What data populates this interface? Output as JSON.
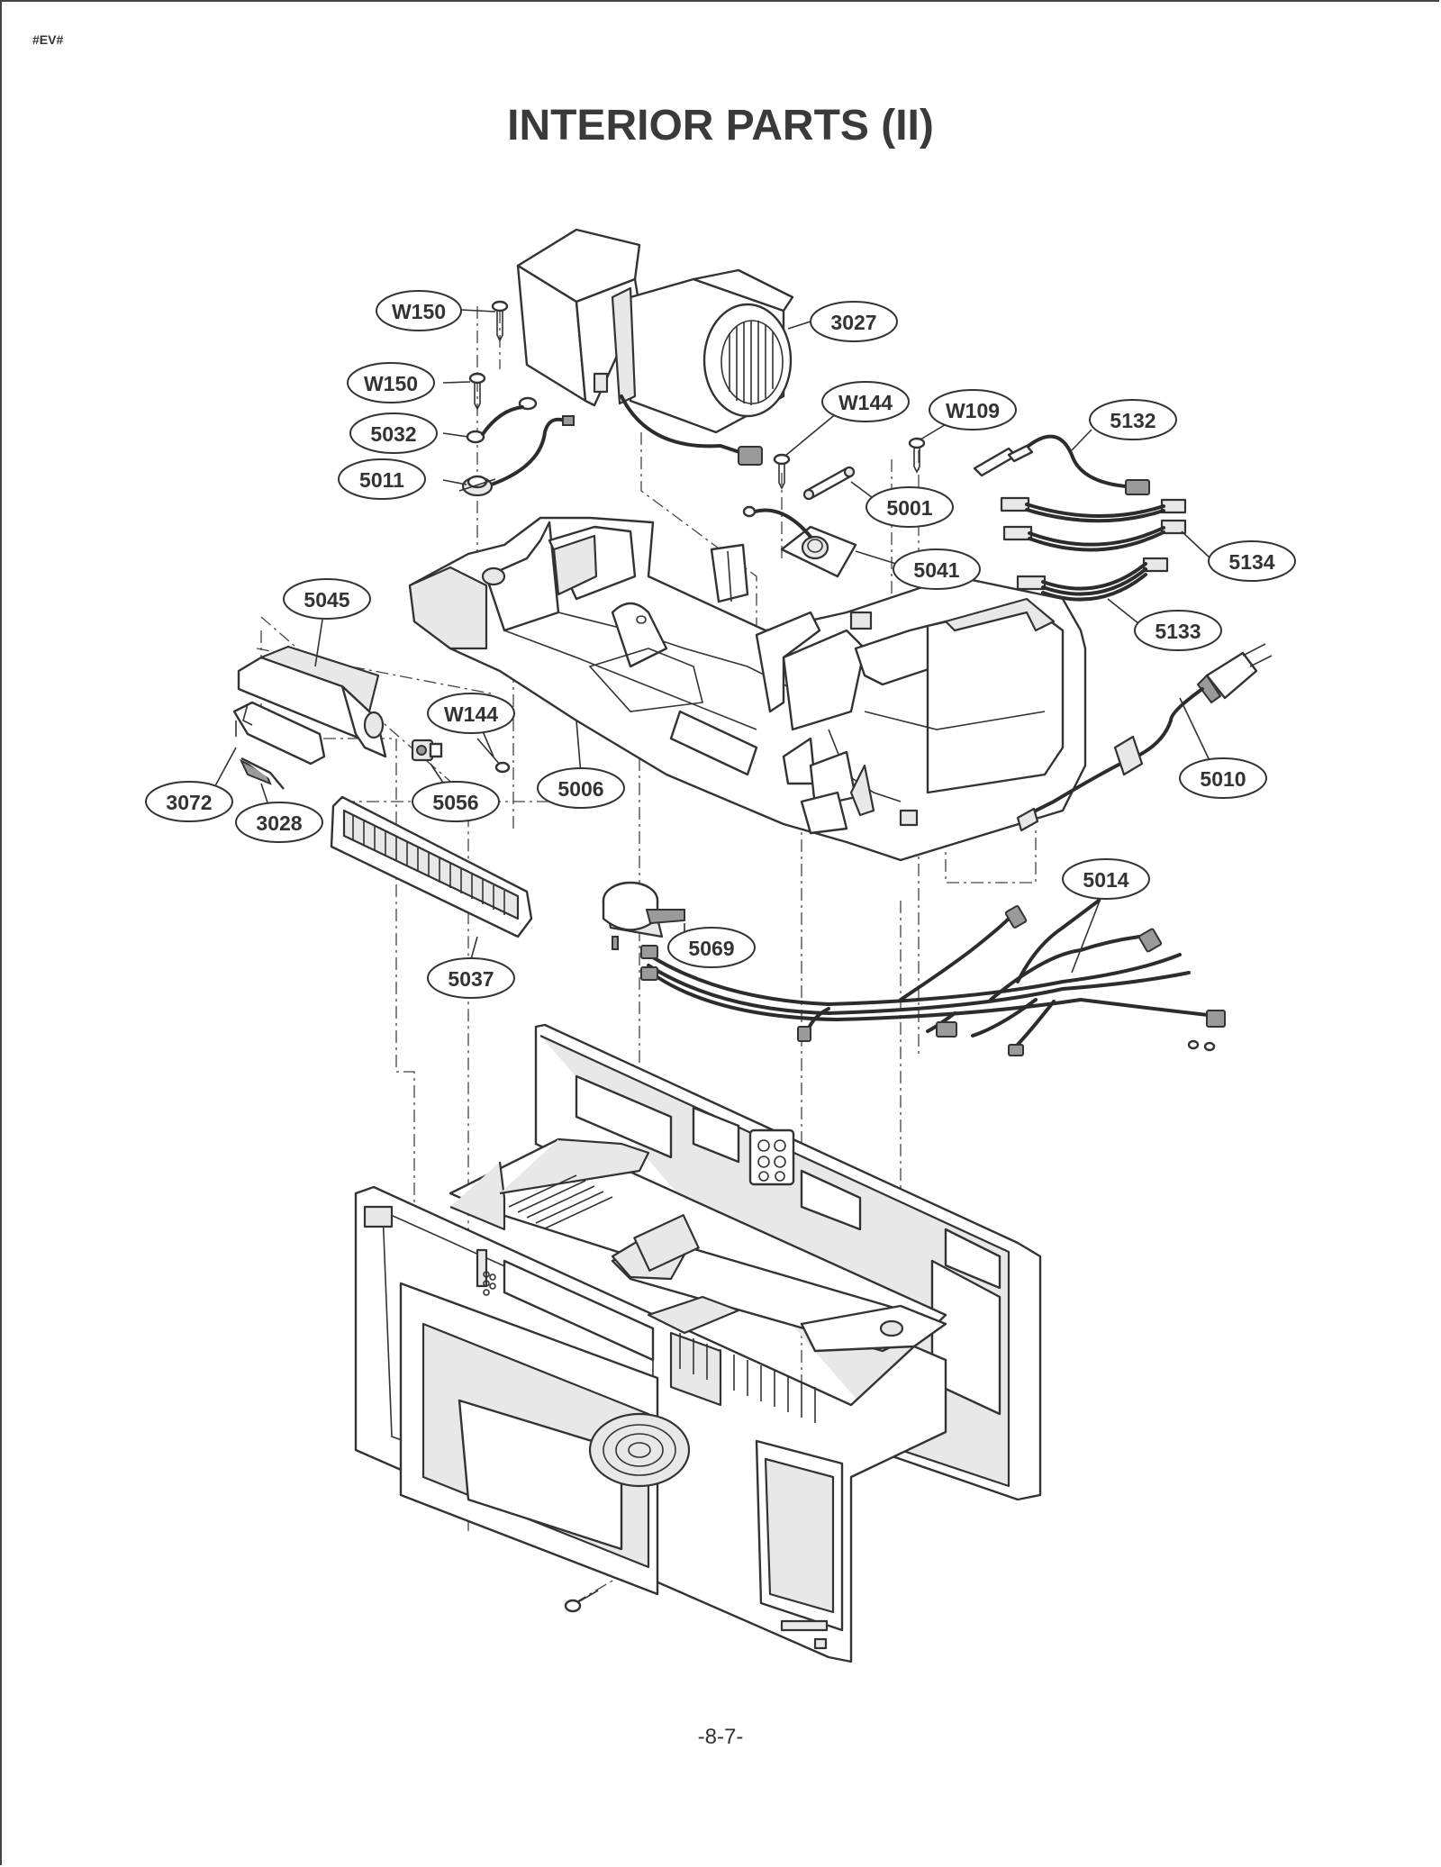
{
  "header": {
    "doc_code": "#EV#"
  },
  "title": "INTERIOR PARTS (II)",
  "footer": {
    "page_number": "-8-7-"
  },
  "callouts": [
    {
      "id": "W150-top",
      "label": "W150"
    },
    {
      "id": "3027",
      "label": "3027"
    },
    {
      "id": "W150-left",
      "label": "W150"
    },
    {
      "id": "5032",
      "label": "5032"
    },
    {
      "id": "5011",
      "label": "5011"
    },
    {
      "id": "W144-top",
      "label": "W144"
    },
    {
      "id": "W109",
      "label": "W109"
    },
    {
      "id": "5132",
      "label": "5132"
    },
    {
      "id": "5001",
      "label": "5001"
    },
    {
      "id": "5041",
      "label": "5041"
    },
    {
      "id": "5134",
      "label": "5134"
    },
    {
      "id": "5133",
      "label": "5133"
    },
    {
      "id": "5045",
      "label": "5045"
    },
    {
      "id": "W144-mid",
      "label": "W144"
    },
    {
      "id": "5056",
      "label": "5056"
    },
    {
      "id": "5006",
      "label": "5006"
    },
    {
      "id": "5010",
      "label": "5010"
    },
    {
      "id": "3072",
      "label": "3072"
    },
    {
      "id": "3028",
      "label": "3028"
    },
    {
      "id": "5014",
      "label": "5014"
    },
    {
      "id": "5069",
      "label": "5069"
    },
    {
      "id": "5037",
      "label": "5037"
    }
  ]
}
